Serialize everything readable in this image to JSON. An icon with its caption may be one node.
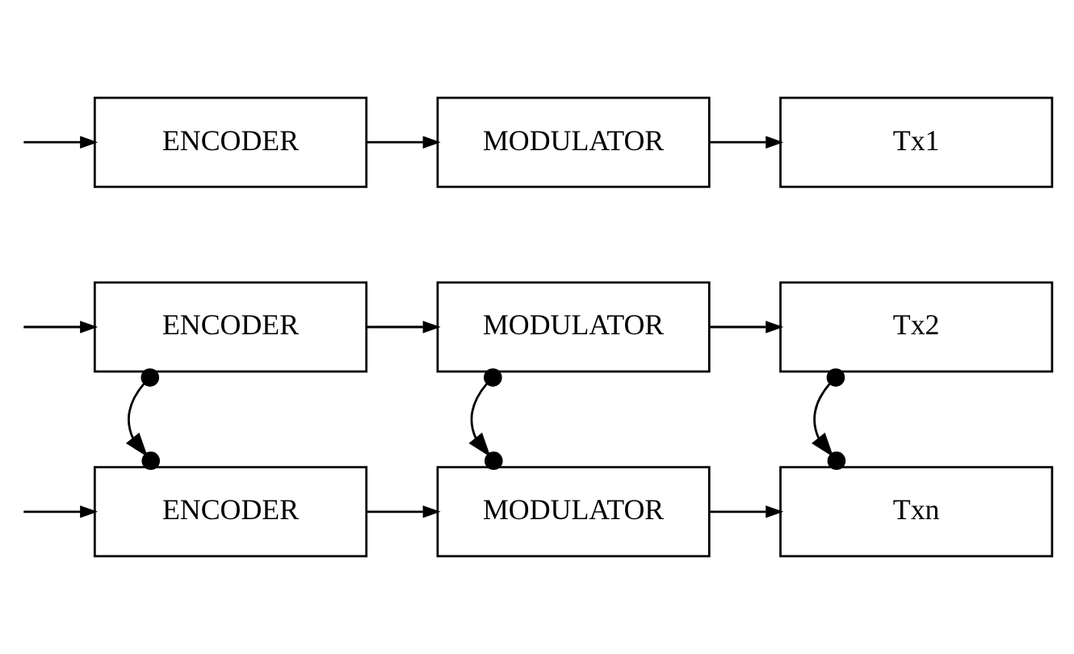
{
  "diagram": {
    "nodes": [
      {
        "text": [
          "ENCODER"
        ]
      },
      {
        "text": [
          "MODULATOR"
        ]
      },
      {
        "text": [
          "Tx1"
        ]
      },
      {
        "text": [
          "ENCODER"
        ]
      },
      {
        "text": [
          "MODULATOR"
        ]
      },
      {
        "text": [
          "Tx2"
        ]
      },
      {
        "text": [
          "ENCODER"
        ]
      },
      {
        "text": [
          "MODULATOR"
        ]
      },
      {
        "text": [
          "Txn"
        ]
      }
    ],
    "edges": [
      {
        "from": null,
        "to": 0,
        "arrow": "to"
      },
      {
        "from": 0,
        "to": 1,
        "arrow": "to"
      },
      {
        "from": 1,
        "to": 2,
        "arrow": "to"
      },
      {
        "from": null,
        "to": 3,
        "arrow": "to"
      },
      {
        "from": 3,
        "to": 4,
        "arrow": "to"
      },
      {
        "from": 4,
        "to": 5,
        "arrow": "to"
      },
      {
        "from": 3,
        "to": 6,
        "arrow": "to"
      },
      {
        "from": 4,
        "to": 7,
        "arrow": "to"
      },
      {
        "from": 5,
        "to": 8,
        "arrow": "to"
      },
      {
        "from": null,
        "to": 6,
        "arrow": "to"
      },
      {
        "from": 6,
        "to": 7,
        "arrow": "to"
      },
      {
        "from": 7,
        "to": 8,
        "arrow": "to"
      }
    ]
  }
}
